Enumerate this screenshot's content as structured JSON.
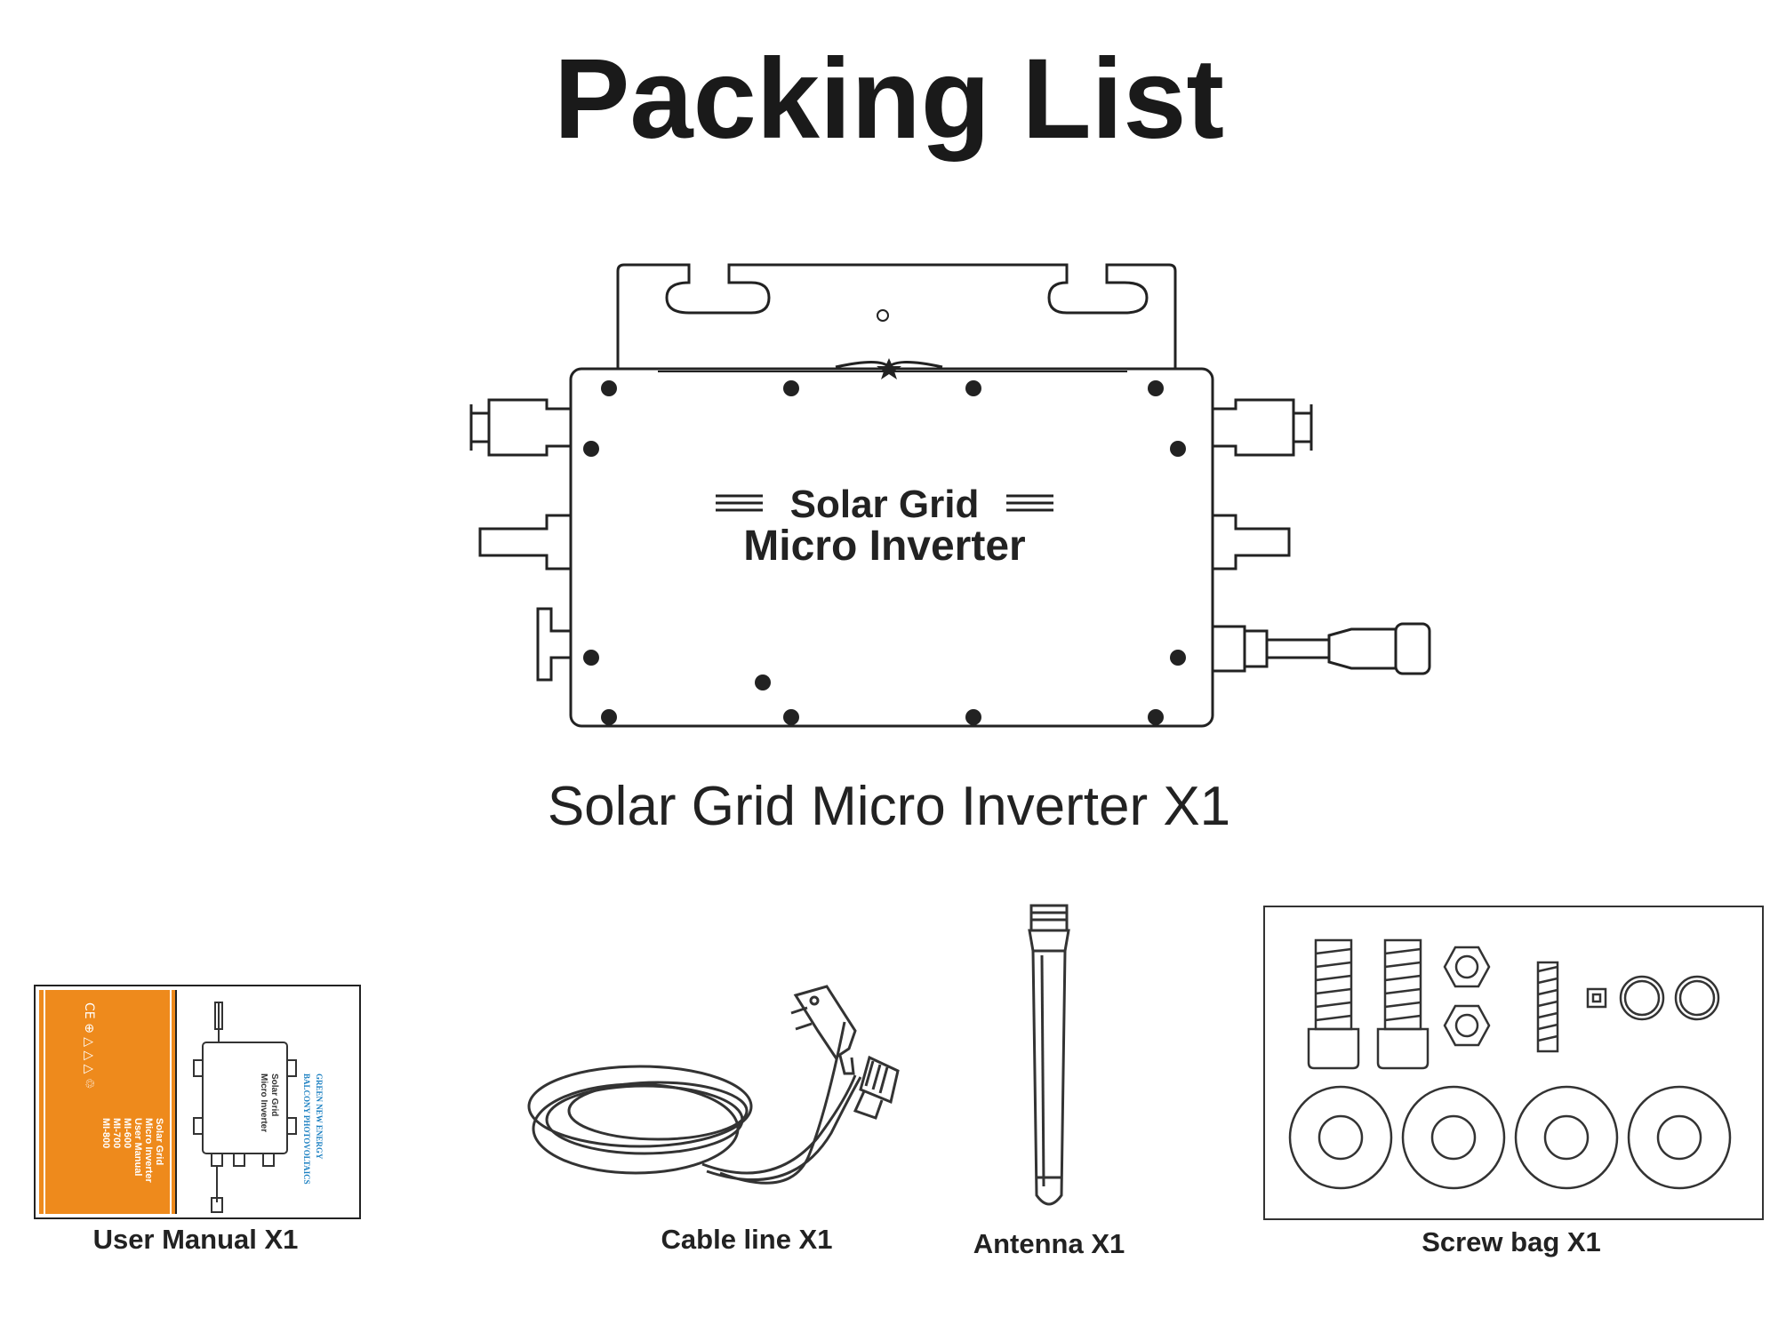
{
  "title": "Packing List",
  "inverter": {
    "label_line1": "Solar Grid",
    "label_line2": "Micro Inverter",
    "caption": "Solar Grid Micro Inverter X1"
  },
  "manual": {
    "caption": "User Manual  X1",
    "cover_text": [
      "GREEN NEW ENERGY",
      "BALCONY PHOTOVOLTAICS"
    ],
    "cover_models": [
      "Solar Grid",
      "Micro Inverter",
      "User Manual",
      "MI-600",
      "MI-700",
      "MI-800"
    ],
    "cover_symbols": "CE ⊕ △ △ △ ♲",
    "accent_color": "#ee8a1c"
  },
  "cable": {
    "caption": "Cable line  X1"
  },
  "antenna": {
    "caption": "Antenna  X1"
  },
  "screws": {
    "caption": "Screw bag  X1"
  }
}
